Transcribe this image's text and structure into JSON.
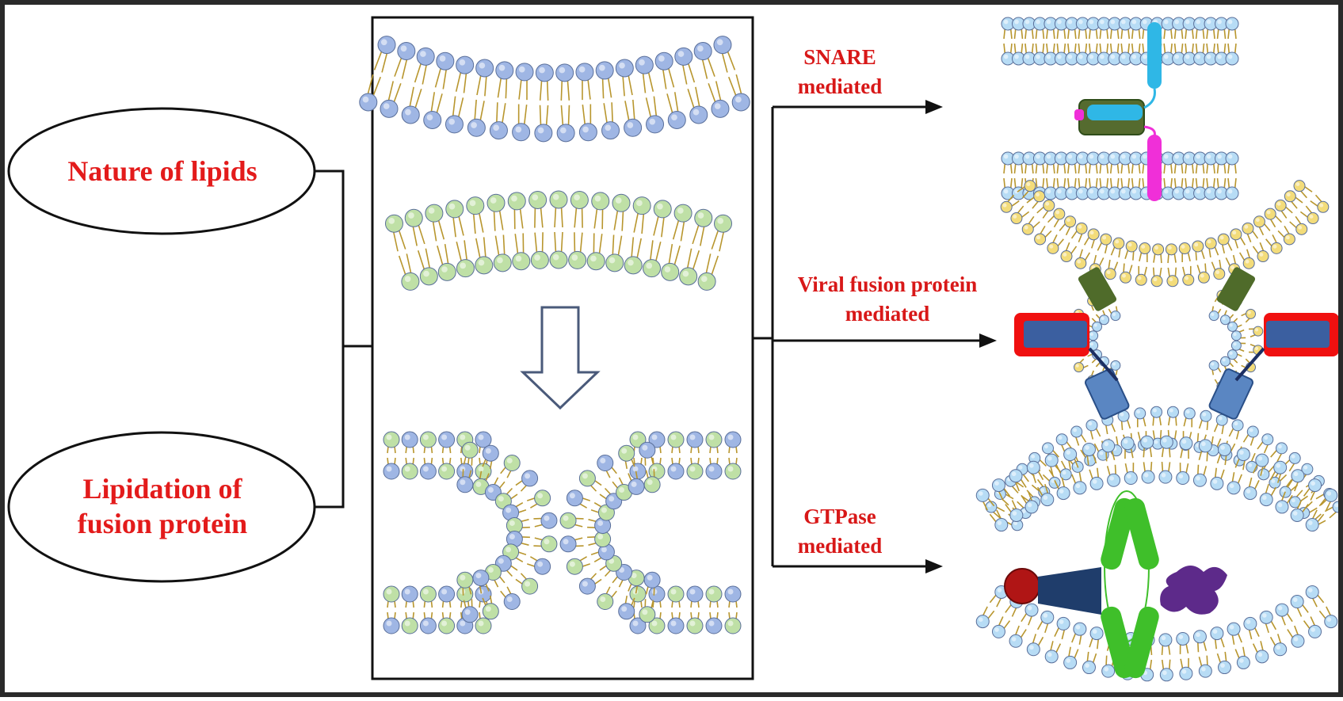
{
  "left": {
    "ellipse_top": "Nature of lipids",
    "ellipse_bottom_line1": "Lipidation of",
    "ellipse_bottom_line2": "fusion protein"
  },
  "routes": {
    "snare_line1": "SNARE",
    "snare_line2": "mediated",
    "viral_line1": "Viral fusion protein",
    "viral_line2": "mediated",
    "gtpase_line1": "GTPase",
    "gtpase_line2": "mediated"
  },
  "colors": {
    "label_red": "#e31b1b",
    "blue_head": "#9fb6e4",
    "green_head": "#bfe0a6",
    "light_blue_head": "#b7dcf5",
    "yellow_head": "#f3dc7a",
    "tail": "#b8962e",
    "snare_cyan": "#2fb7e6",
    "snare_magenta": "#f02fd8",
    "snare_olive": "#556b2f",
    "viral_red": "#f01010",
    "viral_blue": "#3b5fa0",
    "viral_olive": "#4f6b2a",
    "gtpase_green": "#3fbf2a",
    "gtpase_navy": "#1f3d6b",
    "gtpase_darkred": "#b01515",
    "gtpase_purple": "#5d2a8a"
  }
}
